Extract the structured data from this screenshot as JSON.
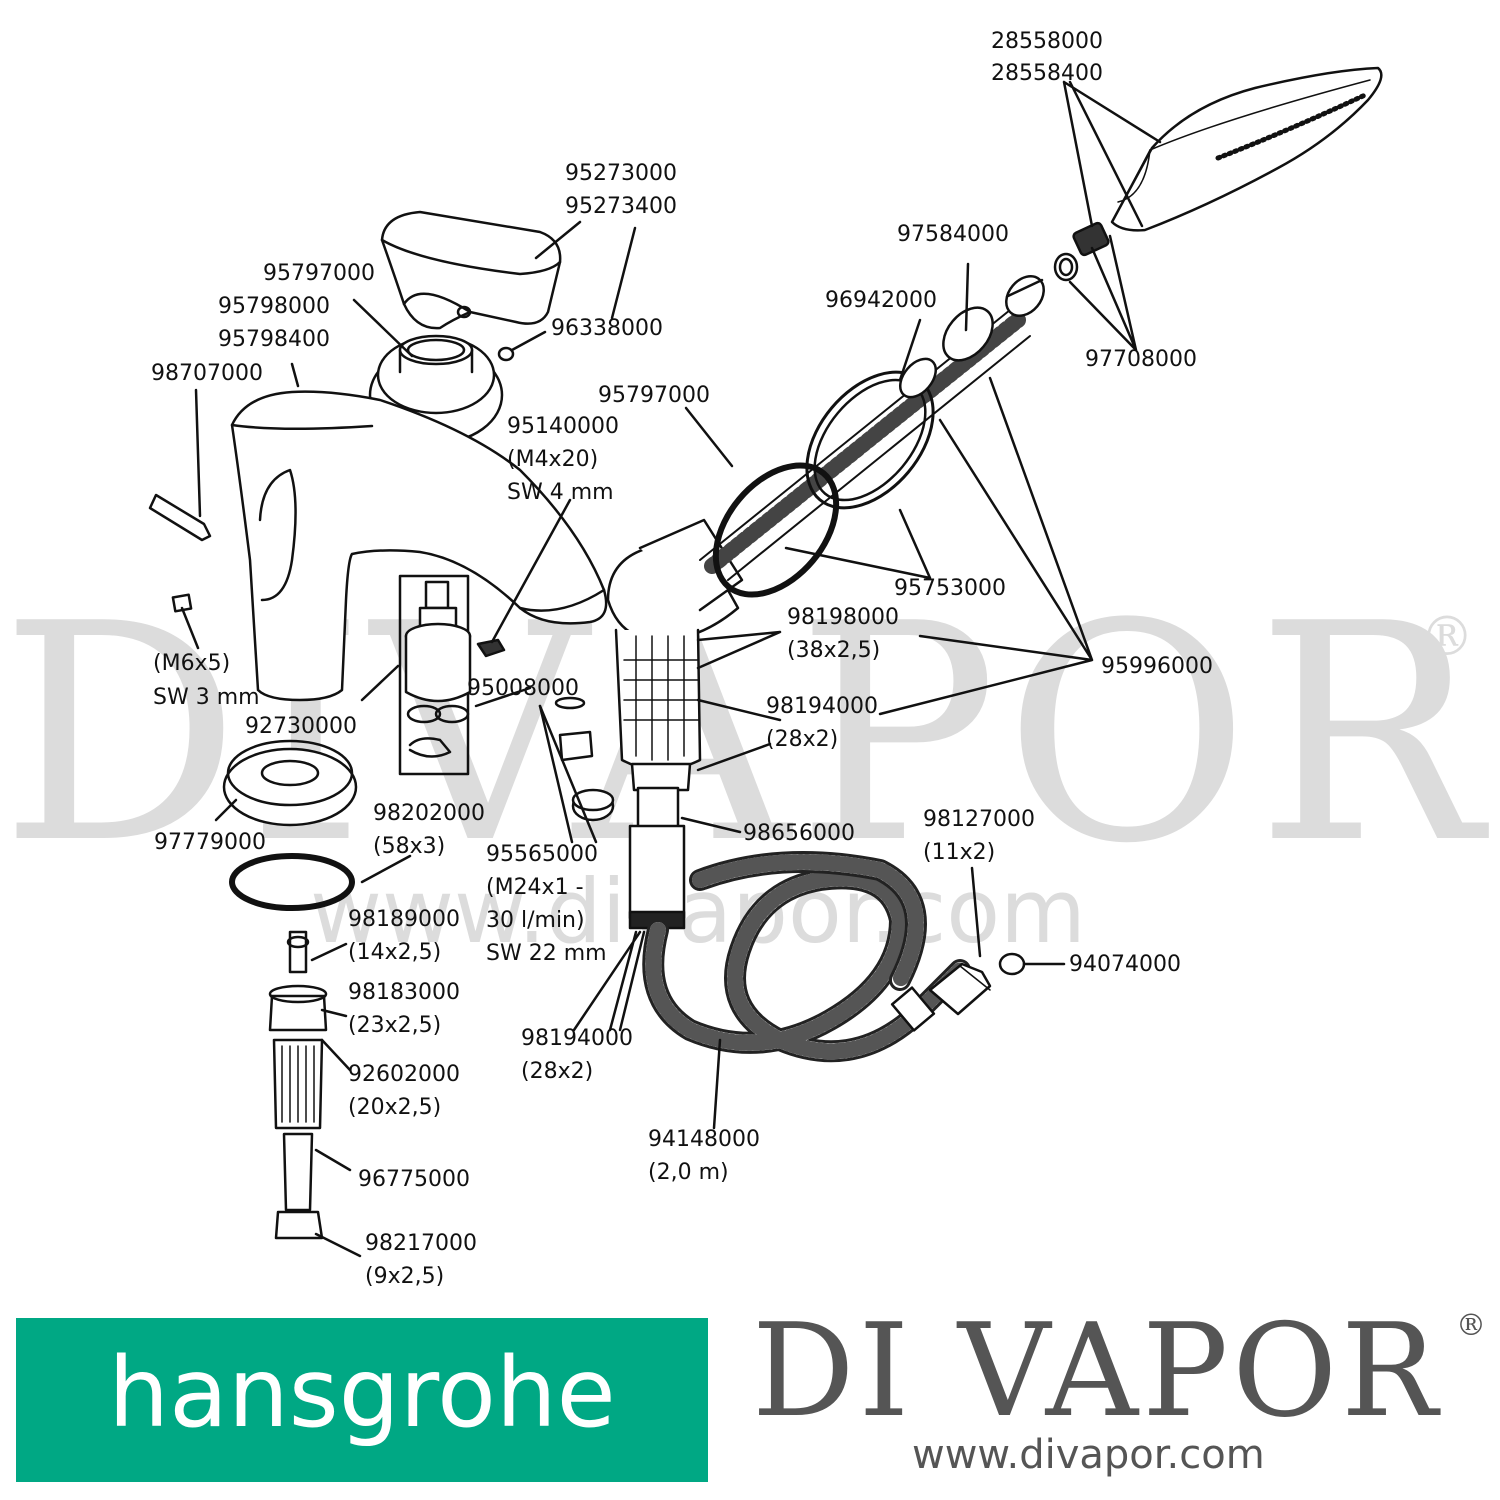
{
  "watermark": {
    "main": "DIVAPOR",
    "registered": "®",
    "url": "www.divapor.com"
  },
  "labels": {
    "l28558000": "28558000",
    "l28558400": "28558400",
    "l95273000": "95273000",
    "l95273400": "95273400",
    "l97584000": "97584000",
    "l95797000a": "95797000",
    "l96942000": "96942000",
    "l95798000": "95798000",
    "l96338000": "96338000",
    "l97708000": "97708000",
    "l95798400": "95798400",
    "l98707000": "98707000",
    "l95797000b": "95797000",
    "l95140000": "95140000",
    "lM4x20": "(M4x20)",
    "lSW4": "SW 4 mm",
    "l95753000": "95753000",
    "l98198000": "98198000",
    "l38x25": "(38x2,5)",
    "l95996000": "95996000",
    "lM6x5": "(M6x5)",
    "lSW3": "SW 3 mm",
    "l95008000": "95008000",
    "l98194000a": "98194000",
    "l28x2a": "(28x2)",
    "l92730000": "92730000",
    "l98202000": "98202000",
    "l58x3": "(58x3)",
    "l98656000": "98656000",
    "l98127000": "98127000",
    "l97779000": "97779000",
    "l95565000": "95565000",
    "l11x2": "(11x2)",
    "lM24x1": "(M24x1 -",
    "l30lmin": "30 l/min)",
    "lSW22": "SW 22 mm",
    "l98189000": "98189000",
    "l14x25": "(14x2,5)",
    "l94074000": "94074000",
    "l98183000": "98183000",
    "l23x25": "(23x2,5)",
    "l98194000b": "98194000",
    "l28x2b": "(28x2)",
    "l92602000": "92602000",
    "l20x25": "(20x2,5)",
    "l94148000": "94148000",
    "l20m": "(2,0 m)",
    "l96775000": "96775000",
    "l98217000": "98217000",
    "l9x25": "(9x2,5)"
  },
  "branding": {
    "brand_name": "hansgrohe",
    "brand_color": "#00a884",
    "retailer_name": "DI VAPOR",
    "retailer_registered": "®",
    "retailer_url": "www.divapor.com"
  }
}
